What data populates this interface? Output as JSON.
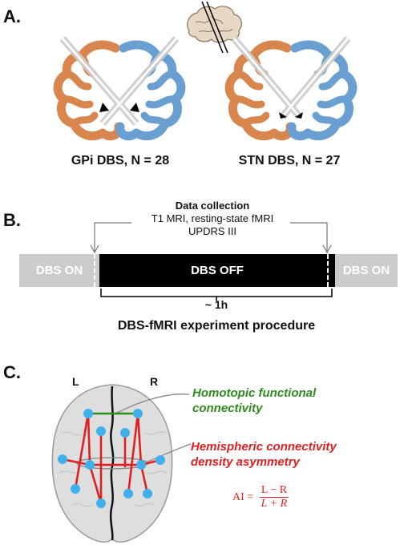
{
  "panel_a": {
    "label": "A.",
    "gpi_caption": "GPi DBS, N = 28",
    "stn_caption": "STN DBS, N = 27"
  },
  "panel_b": {
    "label": "B.",
    "data_title": "Data collection",
    "data_line1": "T1 MRI, resting-state fMRI",
    "data_line2": "UPDRS III",
    "dbs_on_left": "DBS ON",
    "dbs_off": "DBS OFF",
    "dbs_on_right": "DBS ON",
    "duration": "~ 1h",
    "caption": "DBS-fMRI experiment procedure"
  },
  "panel_c": {
    "label": "C.",
    "left_label": "L",
    "right_label": "R",
    "homotopic_line1": "Homotopic functional",
    "homotopic_line2": "connectivity",
    "asym_line1": "Hemispheric connectivity",
    "asym_line2": "density asymmetry",
    "formula_lhs": "AI =",
    "formula_num": "L − R",
    "formula_den": "L + R"
  },
  "colors": {
    "left_hemisphere": "#d9864e",
    "right_hemisphere": "#6a9fd2",
    "node": "#3fb0ea",
    "edge_red": "#e02020",
    "edge_green": "#2e8b1e",
    "dbs_on": "#cccccc",
    "dbs_off": "#000000"
  }
}
